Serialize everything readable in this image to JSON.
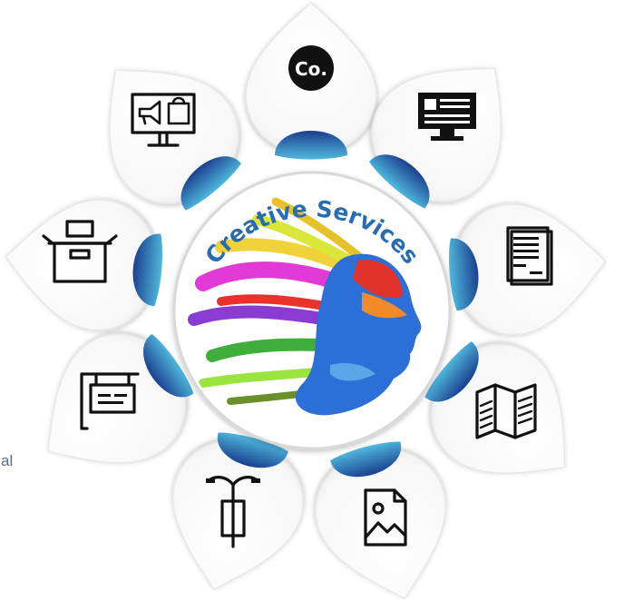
{
  "center": {
    "title": "Creative Services",
    "title_color": "#2a6cb0"
  },
  "colors": {
    "accent_dark": "#1b3f8f",
    "accent_light": "#4fb8dd",
    "petal_fill": "#ffffff",
    "icon_stroke": "#111111"
  },
  "petals": [
    {
      "icon": "company-logo-icon",
      "text": "Co."
    },
    {
      "icon": "desktop-monitor-icon"
    },
    {
      "icon": "letterhead-document-icon"
    },
    {
      "icon": "folded-brochure-map-icon"
    },
    {
      "icon": "image-file-icon"
    },
    {
      "icon": "street-banner-icon"
    },
    {
      "icon": "hanging-sign-icon"
    },
    {
      "icon": "package-box-icon"
    },
    {
      "icon": "digital-ad-display-icon"
    }
  ],
  "stray_text": "al"
}
